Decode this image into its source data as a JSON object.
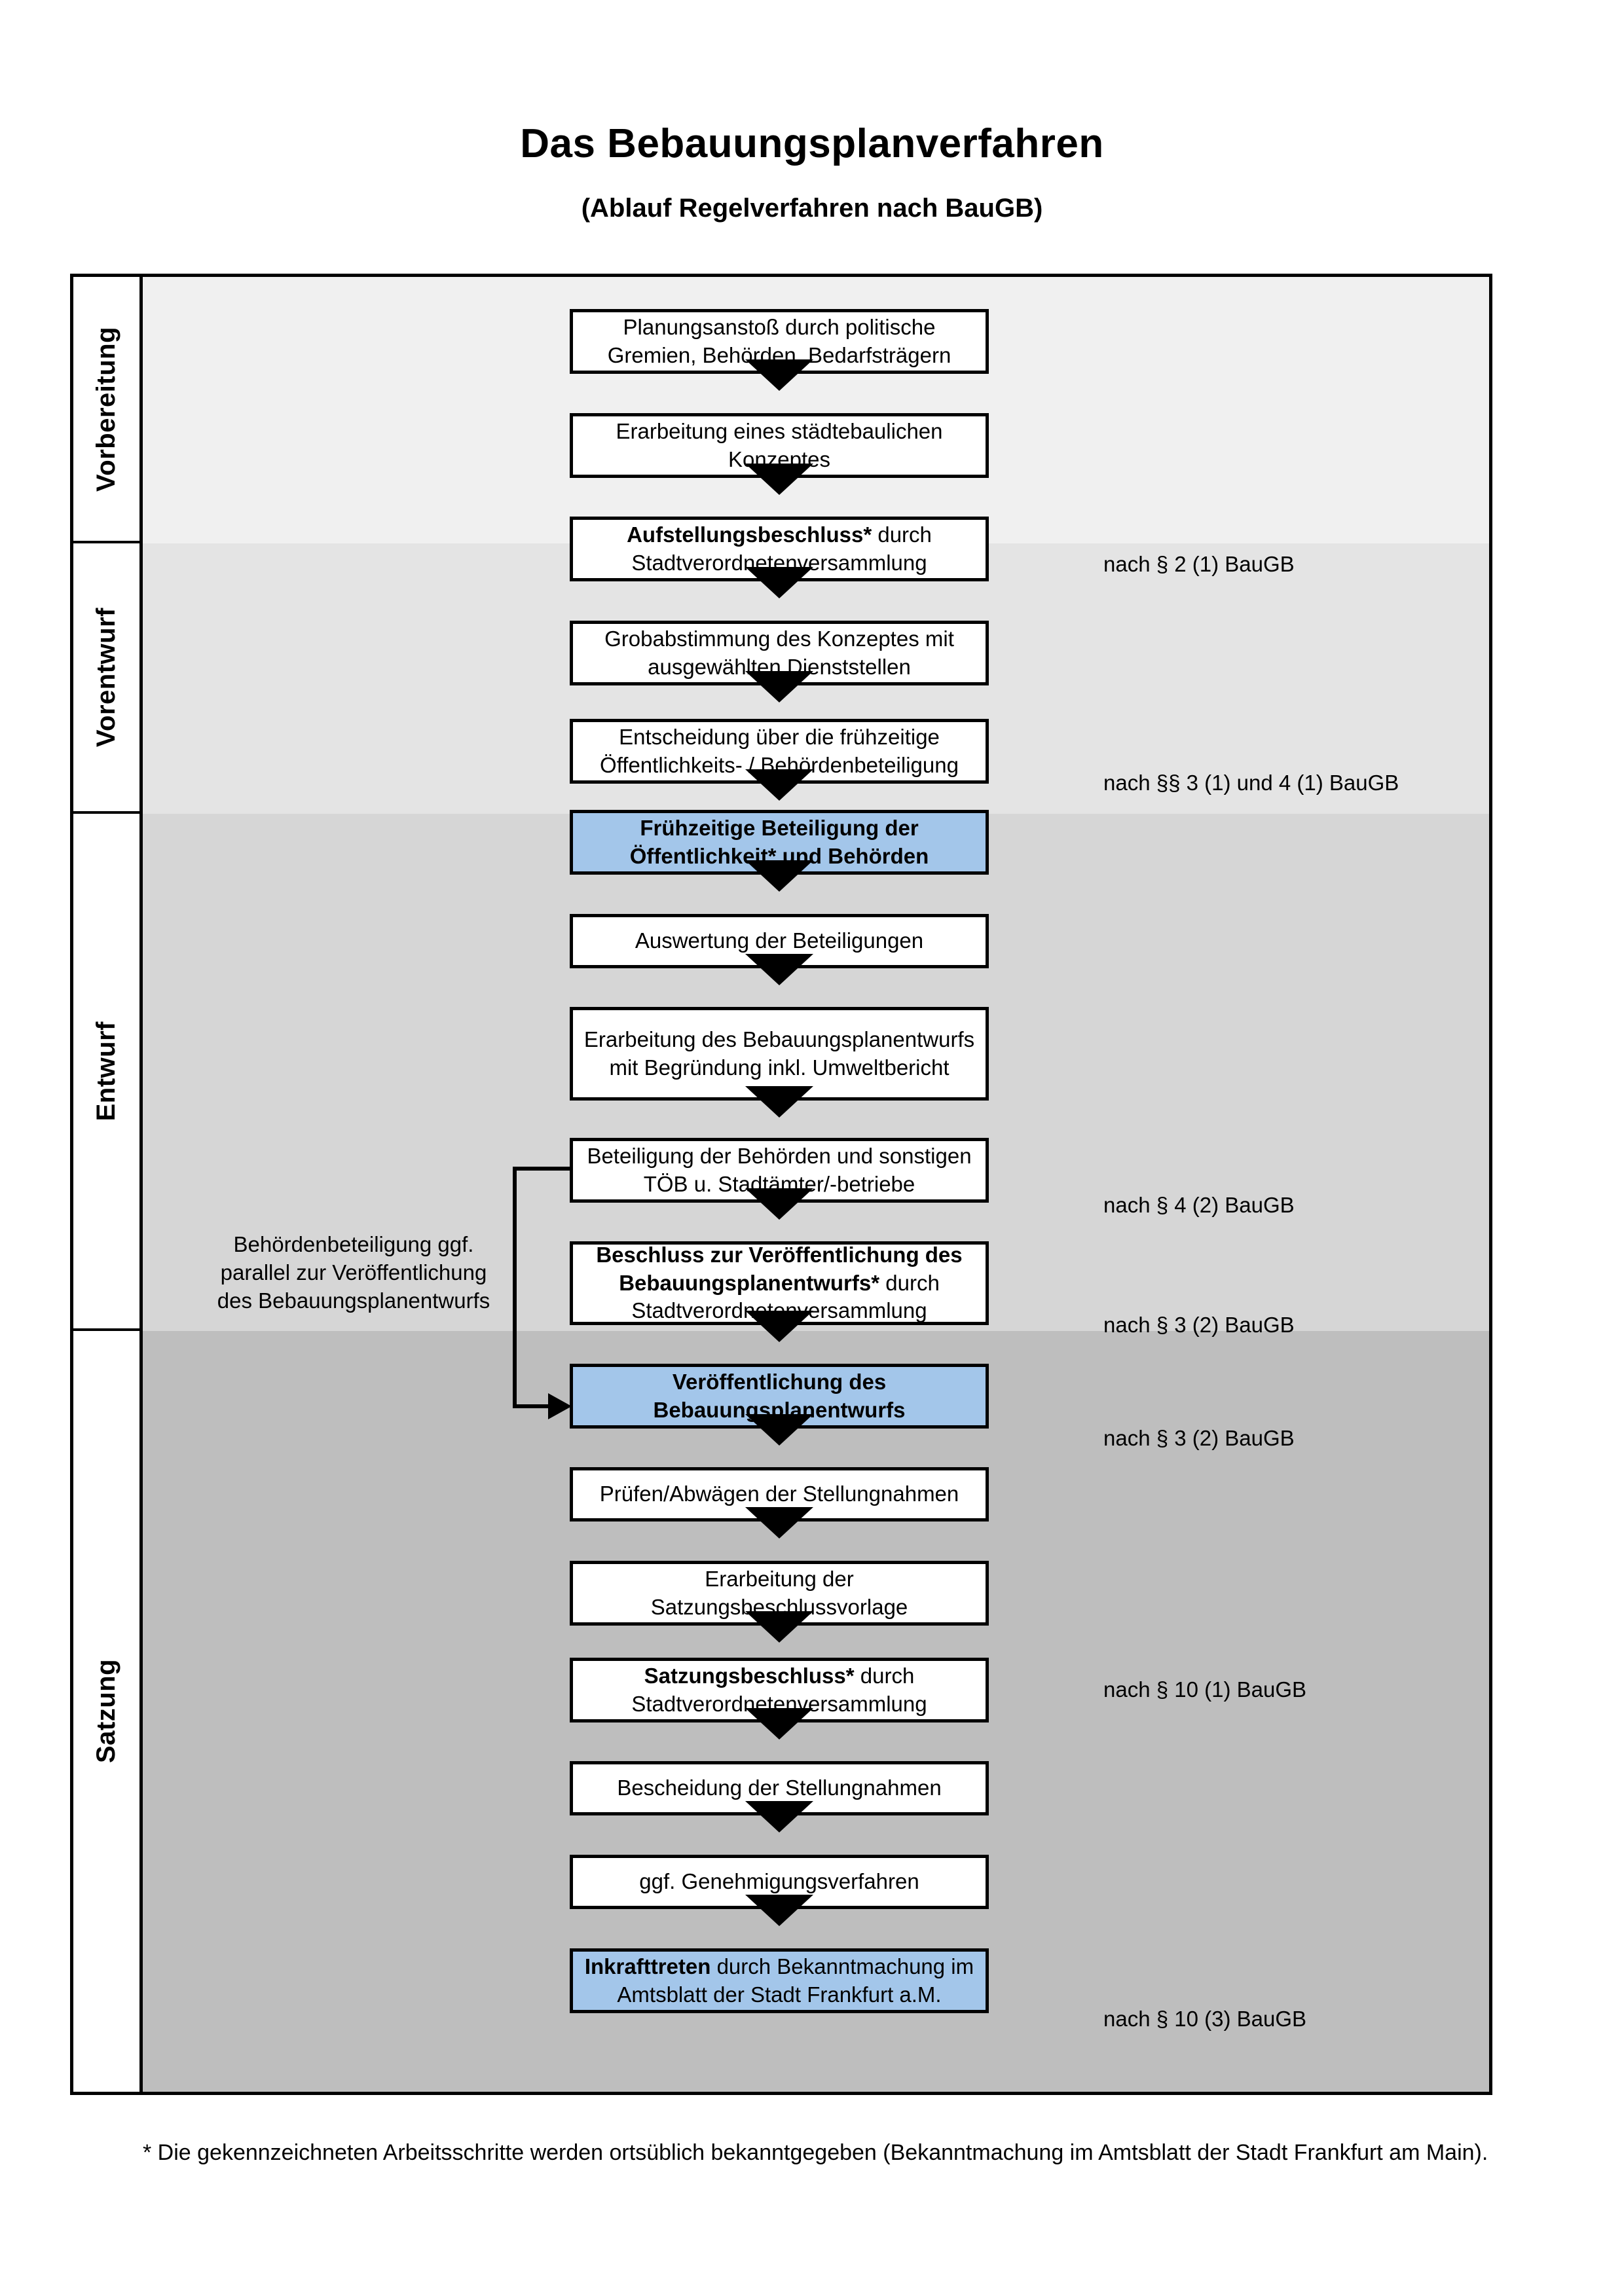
{
  "header": {
    "title": "Das Bebauungsplanverfahren",
    "subtitle": "(Ablauf Regelverfahren nach BauGB)"
  },
  "colors": {
    "highlight_blue": "#a3c6ea",
    "band_vorbereitung": "#f0f0f0",
    "band_vorentwurf": "#e4e4e4",
    "band_entwurf": "#d6d6d6",
    "band_satzung": "#bebebe",
    "line": "#000000"
  },
  "phases": [
    {
      "label": "Vorbereitung"
    },
    {
      "label": "Vorentwurf"
    },
    {
      "label": "Entwurf"
    },
    {
      "label": "Satzung"
    }
  ],
  "side_note": "Behördenbeteiligung ggf. parallel zur Veröffentlichung des Bebauungsplanentwurfs",
  "steps": [
    {
      "id": "s1",
      "phase": "Vorbereitung",
      "bold": "",
      "rest": "Planungsanstoß durch politische Gremien, Behörden, Bedarfsträgern",
      "highlight": false
    },
    {
      "id": "s2",
      "phase": "Vorbereitung",
      "bold": "",
      "rest": "Erarbeitung eines städtebaulichen Konzeptes",
      "highlight": false
    },
    {
      "id": "s3",
      "phase": "Vorbereitung",
      "bold": "Aufstellungsbeschluss*",
      "rest": " durch Stadtverordnetenversammlung",
      "highlight": false
    },
    {
      "id": "s4",
      "phase": "Vorentwurf",
      "bold": "",
      "rest": "Grobabstimmung des Konzeptes mit ausgewählten Dienststellen",
      "highlight": false
    },
    {
      "id": "s5",
      "phase": "Vorentwurf",
      "bold": "",
      "rest": "Entscheidung über die frühzeitige Öffentlichkeits- / Behördenbeteiligung",
      "highlight": false
    },
    {
      "id": "s6",
      "phase": "Vorentwurf",
      "bold": "Frühzeitige Beteiligung der Öffentlichkeit* und Behörden",
      "rest": "",
      "highlight": true
    },
    {
      "id": "s7",
      "phase": "Entwurf",
      "bold": "",
      "rest": "Auswertung der Beteiligungen",
      "highlight": false
    },
    {
      "id": "s8",
      "phase": "Entwurf",
      "bold": "",
      "rest": "Erarbeitung des Bebauungsplanentwurfs mit Begründung inkl. Umweltbericht",
      "highlight": false
    },
    {
      "id": "s9",
      "phase": "Entwurf",
      "bold": "",
      "rest": "Beteiligung der Behörden und sonstigen TÖB u. Stadtämter/-betriebe",
      "highlight": false
    },
    {
      "id": "s10",
      "phase": "Entwurf",
      "bold": "Beschluss zur Veröffentlichung des Bebauungsplanentwurfs*",
      "rest": " durch Stadtverordnetenversammlung",
      "highlight": false
    },
    {
      "id": "s11",
      "phase": "Entwurf",
      "bold": "Veröffentlichung des Bebauungsplanentwurfs",
      "rest": "",
      "highlight": true
    },
    {
      "id": "s12",
      "phase": "Satzung",
      "bold": "",
      "rest": "Prüfen/Abwägen der Stellungnahmen",
      "highlight": false
    },
    {
      "id": "s13",
      "phase": "Satzung",
      "bold": "",
      "rest": "Erarbeitung der Satzungsbeschlussvorlage",
      "highlight": false
    },
    {
      "id": "s14",
      "phase": "Satzung",
      "bold": "Satzungsbeschluss*",
      "rest": " durch Stadtverordnetenversammlung",
      "highlight": false
    },
    {
      "id": "s15",
      "phase": "Satzung",
      "bold": "",
      "rest": "Bescheidung der Stellungnahmen",
      "highlight": false
    },
    {
      "id": "s16",
      "phase": "Satzung",
      "bold": "",
      "rest": "ggf. Genehmigungsverfahren",
      "highlight": false
    },
    {
      "id": "s17",
      "phase": "Satzung",
      "bold": "Inkrafttreten",
      "rest": " durch Bekanntmachung im Amtsblatt der Stadt Frankfurt a.M.",
      "highlight": true
    }
  ],
  "legal_notes": [
    {
      "id": "n1",
      "text": "nach § 2 (1) BauGB"
    },
    {
      "id": "n2",
      "text": "nach §§ 3 (1) und 4 (1) BauGB"
    },
    {
      "id": "n3",
      "text": "nach § 4 (2) BauGB"
    },
    {
      "id": "n4",
      "text": "nach § 3 (2) BauGB"
    },
    {
      "id": "n5",
      "text": "nach § 3 (2) BauGB"
    },
    {
      "id": "n6",
      "text": "nach § 10 (1) BauGB"
    },
    {
      "id": "n7",
      "text": "nach § 10 (3) BauGB"
    }
  ],
  "footnote": "* Die gekennzeichneten Arbeitsschritte werden ortsüblich bekanntgegeben (Bekanntmachung im Amtsblatt  der Stadt Frankfurt am Main)."
}
